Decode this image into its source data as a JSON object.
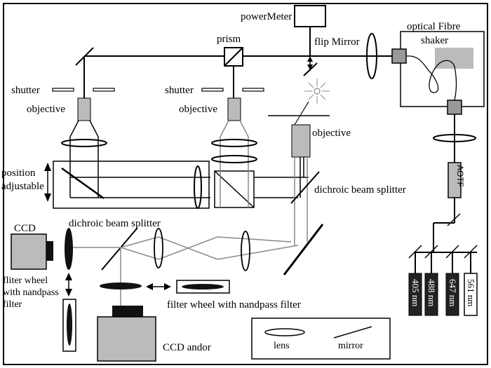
{
  "labels": {
    "power_meter": "powerMeter",
    "prism": "prism",
    "flip_mirror": "flip Mirror",
    "optical_fibre": "optical Fibre",
    "shaker": "shaker",
    "shutter_left": "shutter",
    "shutter_mid": "shutter",
    "objective_left": "objective",
    "objective_mid": "objective",
    "objective_right": "objective",
    "position_adjustable_1": "position",
    "position_adjustable_2": "adjustable",
    "dichroic_right": "dichroic beam splitter",
    "dichroic_left": "dichroic beam splitter",
    "ccd": "CCD",
    "filter_wheel_left_1": "fliter wheel",
    "filter_wheel_left_2": "with nandpass",
    "filter_wheel_left_3": "filter",
    "filter_wheel_bottom": "filter wheel with nandpass filter",
    "ccd_andor": "CCD andor",
    "aotf": "AOTF"
  },
  "lasers": [
    "405 nm",
    "488 nm",
    "647 nm",
    "561 nm"
  ],
  "legend": {
    "lens": "lens",
    "mirror": "mirror"
  },
  "colors": {
    "grey_fill": "#bbbbbb",
    "beam_grey": "#888888",
    "laser_dark": "#222222",
    "line": "#000000"
  }
}
